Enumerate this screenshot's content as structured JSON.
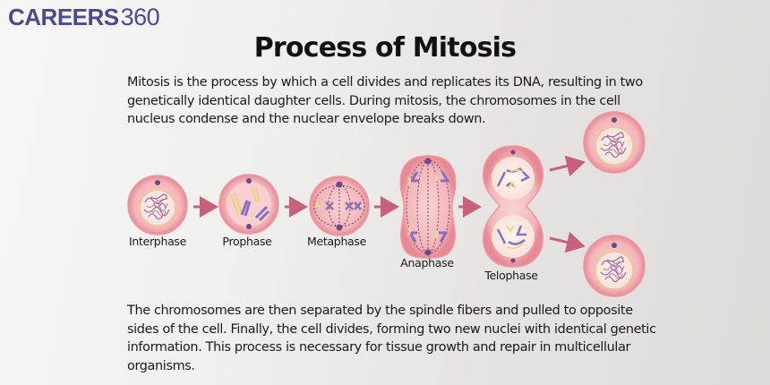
{
  "brand": {
    "name": "CAREERS",
    "number": "360",
    "color": "#4b4a8e"
  },
  "title": "Process of Mitosis",
  "intro": "Mitosis is the process by which a cell divides and replicates its DNA, resulting in two genetically identical daughter cells. During mitosis, the chromosomes in the cell nucleus condense and the nuclear envelope breaks down.",
  "stages": [
    {
      "label": "Interphase"
    },
    {
      "label": "Prophase"
    },
    {
      "label": "Metaphase"
    },
    {
      "label": "Anaphase"
    },
    {
      "label": "Telophase"
    }
  ],
  "conclusion": "The chromosomes are then separated by the spindle fibers and pulled to opposite sides of the cell. Finally, the cell divides, forming two new nuclei with identical genetic information. This process is necessary for tissue growth and repair in multicellular organisms.",
  "colors": {
    "cell_outer": "#f0a0a8",
    "cell_inner": "#f6c2c4",
    "nucleus": "#fbf0e8",
    "chromosome_purple": "#8a6fc0",
    "chromosome_yellow": "#e8d890",
    "arrow": "#c8607a"
  }
}
